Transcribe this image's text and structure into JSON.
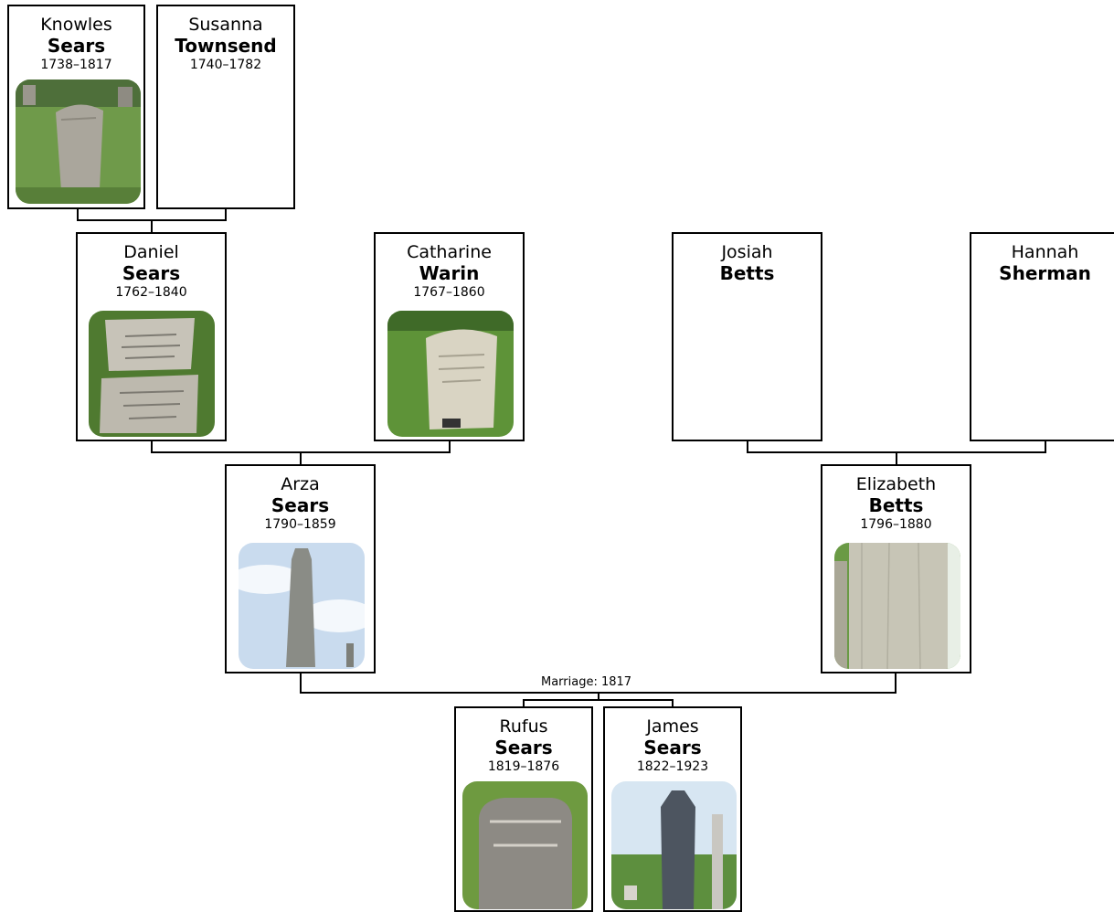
{
  "people": {
    "knowles": {
      "given": "Knowles",
      "surname": "Sears",
      "years": "1738–1817",
      "photo": "gravestone-photo"
    },
    "susanna": {
      "given": "Susanna",
      "surname": "Townsend",
      "years": "1740–1782"
    },
    "daniel": {
      "given": "Daniel",
      "surname": "Sears",
      "years": "1762–1840",
      "photo": "gravestone-photo"
    },
    "catharine": {
      "given": "Catharine",
      "surname": "Warin",
      "years": "1767–1860",
      "photo": "gravestone-photo"
    },
    "josiah": {
      "given": "Josiah",
      "surname": "Betts",
      "years": ""
    },
    "hannah": {
      "given": "Hannah",
      "surname": "Sherman",
      "years": ""
    },
    "arza": {
      "given": "Arza",
      "surname": "Sears",
      "years": "1790–1859",
      "photo": "gravestone-photo"
    },
    "elizabeth": {
      "given": "Elizabeth",
      "surname": "Betts",
      "years": "1796–1880",
      "photo": "gravestone-photo"
    },
    "rufus": {
      "given": "Rufus",
      "surname": "Sears",
      "years": "1819–1876",
      "photo": "gravestone-photo"
    },
    "james": {
      "given": "James",
      "surname": "Sears",
      "years": "1822–1923",
      "photo": "gravestone-photo"
    }
  },
  "marriage_label": "Marriage: 1817",
  "colors": {
    "border": "#000000",
    "background": "#ffffff",
    "grass": "#5f8f3a",
    "stone": "#a8a49a"
  }
}
